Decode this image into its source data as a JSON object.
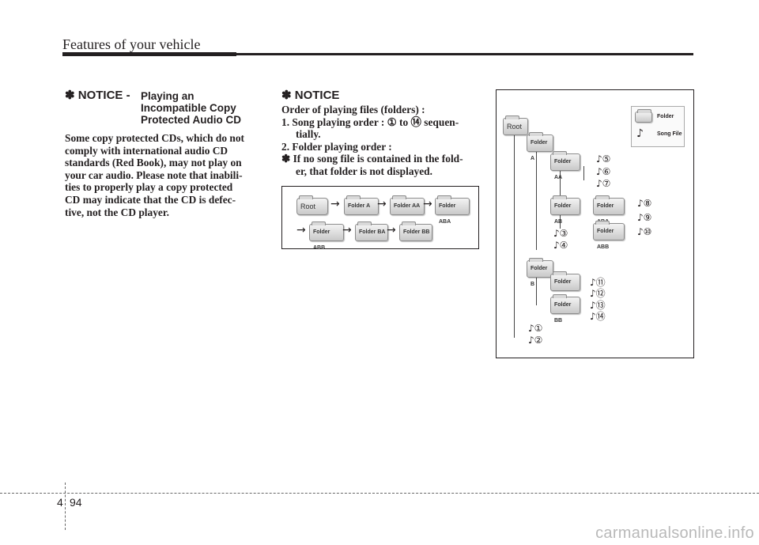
{
  "header": {
    "title": "Features of your vehicle"
  },
  "notice_left": {
    "heading_prefix": "✽ NOTICE - ",
    "heading_line1": "Playing an",
    "heading_line2": "Incompatible Copy",
    "heading_line3": "Protected Audio CD",
    "body_lines": [
      "Some copy protected CDs, which do not",
      "comply with international audio CD",
      "standards (Red Book), may not play on",
      "your car audio. Please note that inabili-",
      "ties to properly play a copy protected",
      "CD may indicate that the CD is defec-",
      "tive, not the CD player."
    ]
  },
  "notice_right": {
    "heading": "✽ NOTICE",
    "lines": [
      "Order of playing files (folders) :",
      "1. Song playing order : ① to ⑭ sequen-",
      "tially.",
      "2. Folder playing order :",
      "✽ If no song file is contained in the fold-",
      "er, that folder is not displayed."
    ]
  },
  "playing_order_diagram": {
    "root": "Root",
    "row1": [
      "Folder A",
      "Folder AA",
      "Folder ABA"
    ],
    "row2": [
      "Folder ABB",
      "Folder BA",
      "Folder BB"
    ],
    "arrow": "→"
  },
  "tree_diagram": {
    "legend": {
      "folder_label": "Folder",
      "song_label": "Song File",
      "song_icon": "♪"
    },
    "folders": {
      "root": "Root",
      "a": "Folder A",
      "aa": "Folder AA",
      "ab": "Folder AB",
      "aba": "Folder ABA",
      "abb": "Folder ABB",
      "b": "Folder B",
      "ba": "Folder BA",
      "bb": "Folder BB"
    },
    "songs": {
      "s1": "♪①",
      "s2": "♪②",
      "s3": "♪③",
      "s4": "♪④",
      "s5": "♪⑤",
      "s6": "♪⑥",
      "s7": "♪⑦",
      "s8": "♪⑧",
      "s9": "♪⑨",
      "s10": "♪⑩",
      "s11": "♪⑪",
      "s12": "♪⑫",
      "s13": "♪⑬",
      "s14": "♪⑭"
    }
  },
  "footer": {
    "chapter": "4",
    "page": "94"
  },
  "watermark": "carmanualsonline.info"
}
